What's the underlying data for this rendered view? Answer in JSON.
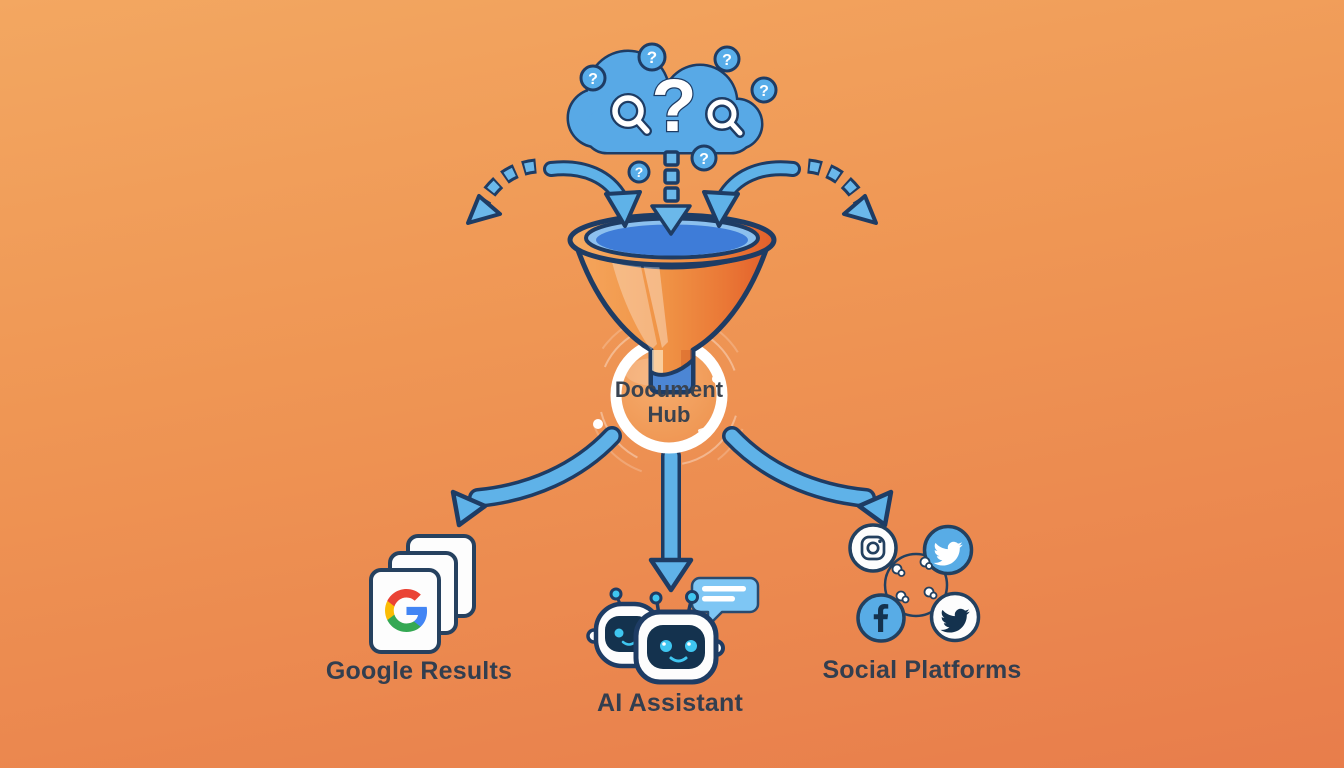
{
  "scene": {
    "description": "Funnel diagram: cloud of search questions pours into a Document Hub funnel which fans out to three destinations",
    "background_top": "#F3A761",
    "background_bottom": "#E87D4B"
  },
  "sources": {
    "icon": "cloud-questions-icon",
    "question_mark": "?"
  },
  "hub": {
    "label": "Document Hub"
  },
  "outputs": [
    {
      "label": "Google Results",
      "icon": "google-docs-stack-icon"
    },
    {
      "label": "AI Assistant",
      "icon": "chatbot-robots-icon"
    },
    {
      "label": "Social Platforms",
      "icon": "social-icons-cluster-icon"
    }
  ],
  "icons": {
    "search": "magnifier-glyph",
    "chat_bubble": "speech-bubble-glyph",
    "instagram": "instagram-glyph",
    "twitter": "twitter-bird-glyph",
    "facebook": "facebook-f-glyph",
    "google_g": "google-g-glyph"
  },
  "colors": {
    "arrow_blue": "#5FB2E8",
    "outline_navy": "#1E3C64",
    "cloud_blue": "#58A9E6",
    "funnel_orange": "#F09446",
    "liquid_blue": "#3E7CD8",
    "ring_white": "#FFFFFF",
    "label_text": "#323E4F",
    "robot_eye_cyan": "#3FC6F0",
    "bubble_blue": "#7EC6F4",
    "social_blue": "#58ACE6"
  }
}
